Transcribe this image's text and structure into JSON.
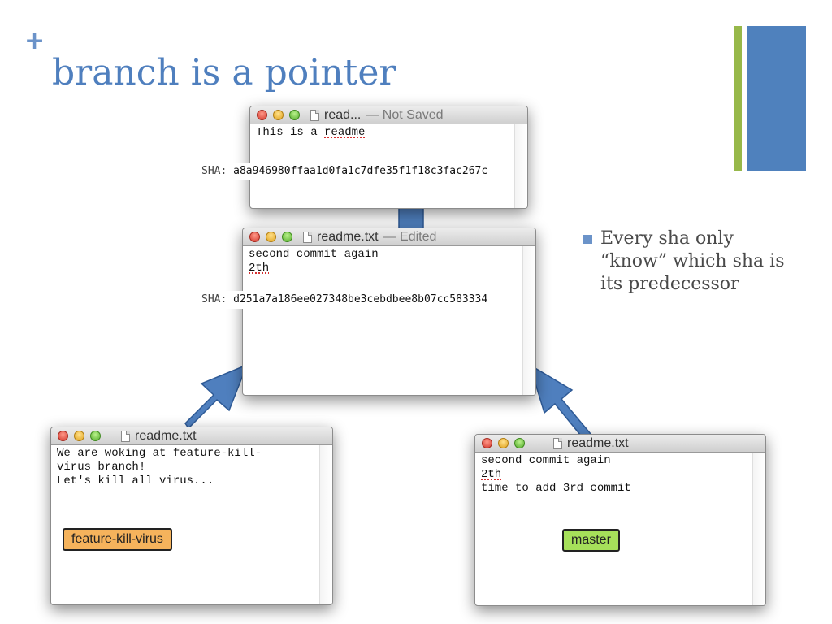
{
  "slide": {
    "plus": "+",
    "title": "branch is a pointer",
    "bullets": [
      "Every sha only “know” which sha is its predecessor"
    ]
  },
  "windows": {
    "top": {
      "title": "read...",
      "status": "— Not Saved",
      "lines": [
        {
          "segments": [
            {
              "text": "This is a "
            },
            {
              "text": "readme",
              "spell": true
            }
          ]
        }
      ],
      "sha_key": "SHA:",
      "sha": "a8a946980ffaa1d0fa1c7dfe35f1f18c3fac267c"
    },
    "middle": {
      "title": "readme.txt",
      "status": "— Edited",
      "lines": [
        {
          "segments": [
            {
              "text": "second commit again"
            }
          ]
        },
        {
          "segments": [
            {
              "text": "2th",
              "spell": true
            }
          ]
        }
      ],
      "sha_key": "SHA:",
      "sha": "d251a7a186ee027348be3cebdbee8b07cc583334"
    },
    "left": {
      "title": "readme.txt",
      "lines": [
        {
          "segments": [
            {
              "text": "We are woking at feature-kill-"
            }
          ]
        },
        {
          "segments": [
            {
              "text": "virus branch!"
            }
          ]
        },
        {
          "segments": [
            {
              "text": "Let's kill all virus..."
            }
          ]
        }
      ],
      "branch": "feature-kill-virus"
    },
    "right": {
      "title": "readme.txt",
      "lines": [
        {
          "segments": [
            {
              "text": "second commit again"
            }
          ]
        },
        {
          "segments": [
            {
              "text": "2th",
              "spell": true
            }
          ]
        },
        {
          "segments": [
            {
              "text": "time to add 3rd commit"
            }
          ]
        }
      ],
      "branch": "master"
    }
  },
  "colors": {
    "title": "#4f7fbe",
    "accent_blue": "#4f81bd",
    "accent_green": "#97b84a",
    "arrow": "#4f7fbe",
    "feature_tag": "#f5b35c",
    "master_tag": "#a6e05a"
  }
}
